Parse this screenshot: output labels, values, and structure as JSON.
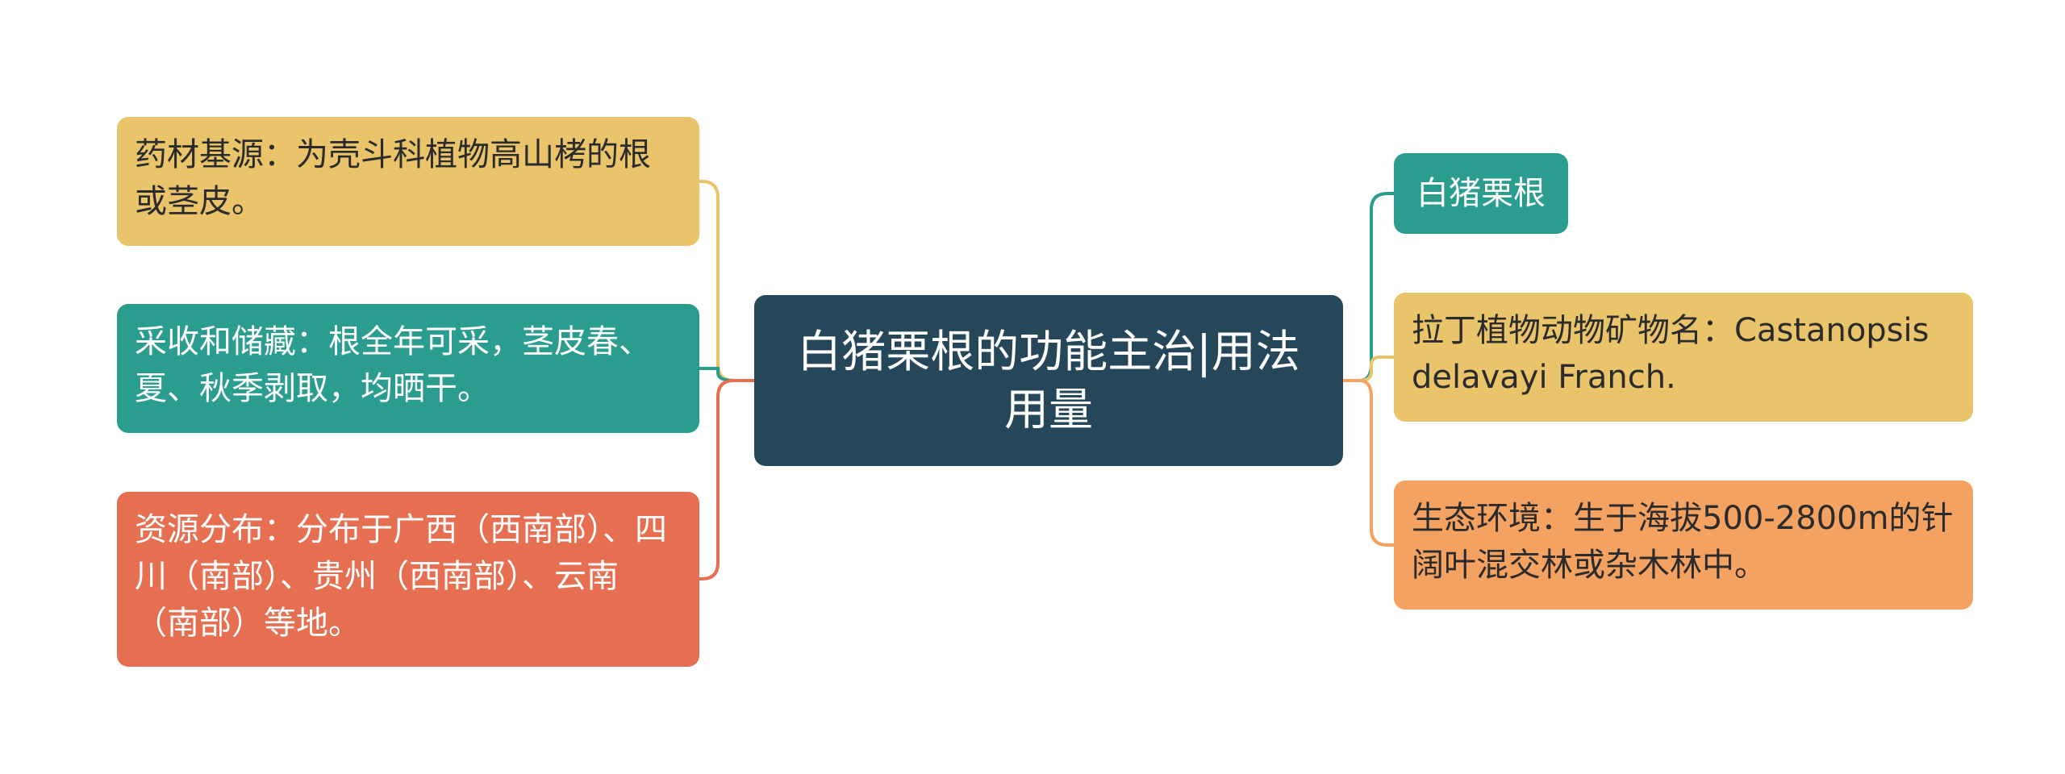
{
  "colors": {
    "root": "#26465a",
    "yellow": "#e9c46a",
    "teal": "#2a9d8f",
    "coral": "#e76f51",
    "orange": "#f4a261"
  },
  "root": {
    "text": "白猪栗根的功能主治|用法用量"
  },
  "left": [
    {
      "text": "药材基源：为壳斗科植物高山栲的根或茎皮。"
    },
    {
      "text": "采收和储藏：根全年可采，茎皮春、夏、秋季剥取，均晒干。"
    },
    {
      "text": "资源分布：分布于广西（西南部）、四川（南部）、贵州（西南部）、云南（南部）等地。"
    }
  ],
  "right": [
    {
      "text": "白猪栗根"
    },
    {
      "text": "拉丁植物动物矿物名：Castanopsis delavayi Franch."
    },
    {
      "text": "生态环境：生于海拔500-2800m的针阔叶混交林或杂木林中。"
    }
  ]
}
